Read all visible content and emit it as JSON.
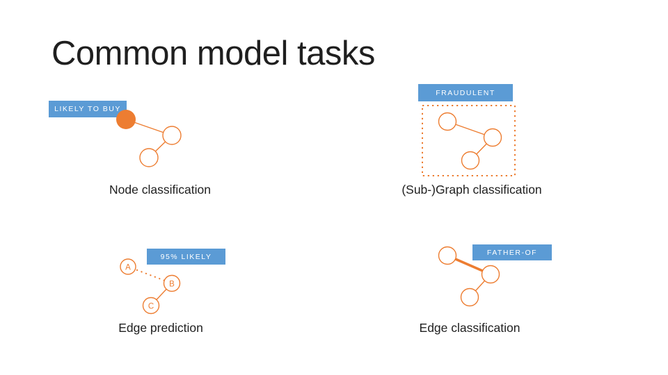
{
  "slide": {
    "title": "Common model tasks",
    "background_color": "#ffffff",
    "badge_color": "#5b9bd5",
    "badge_text_color": "#ffffff",
    "graph_color": "#ed7d31",
    "text_color": "#212121"
  },
  "tasks": [
    {
      "id": "node-classification",
      "badge": "LIKELY TO BUY",
      "caption": "Node classification"
    },
    {
      "id": "subgraph-classification",
      "badge": "FRAUDULENT",
      "caption": "(Sub-)Graph classification"
    },
    {
      "id": "edge-prediction",
      "badge": "95% LIKELY",
      "caption": "Edge prediction",
      "node_labels": [
        "A",
        "B",
        "C"
      ]
    },
    {
      "id": "edge-classification",
      "badge": "FATHER-OF",
      "caption": "Edge classification"
    }
  ]
}
